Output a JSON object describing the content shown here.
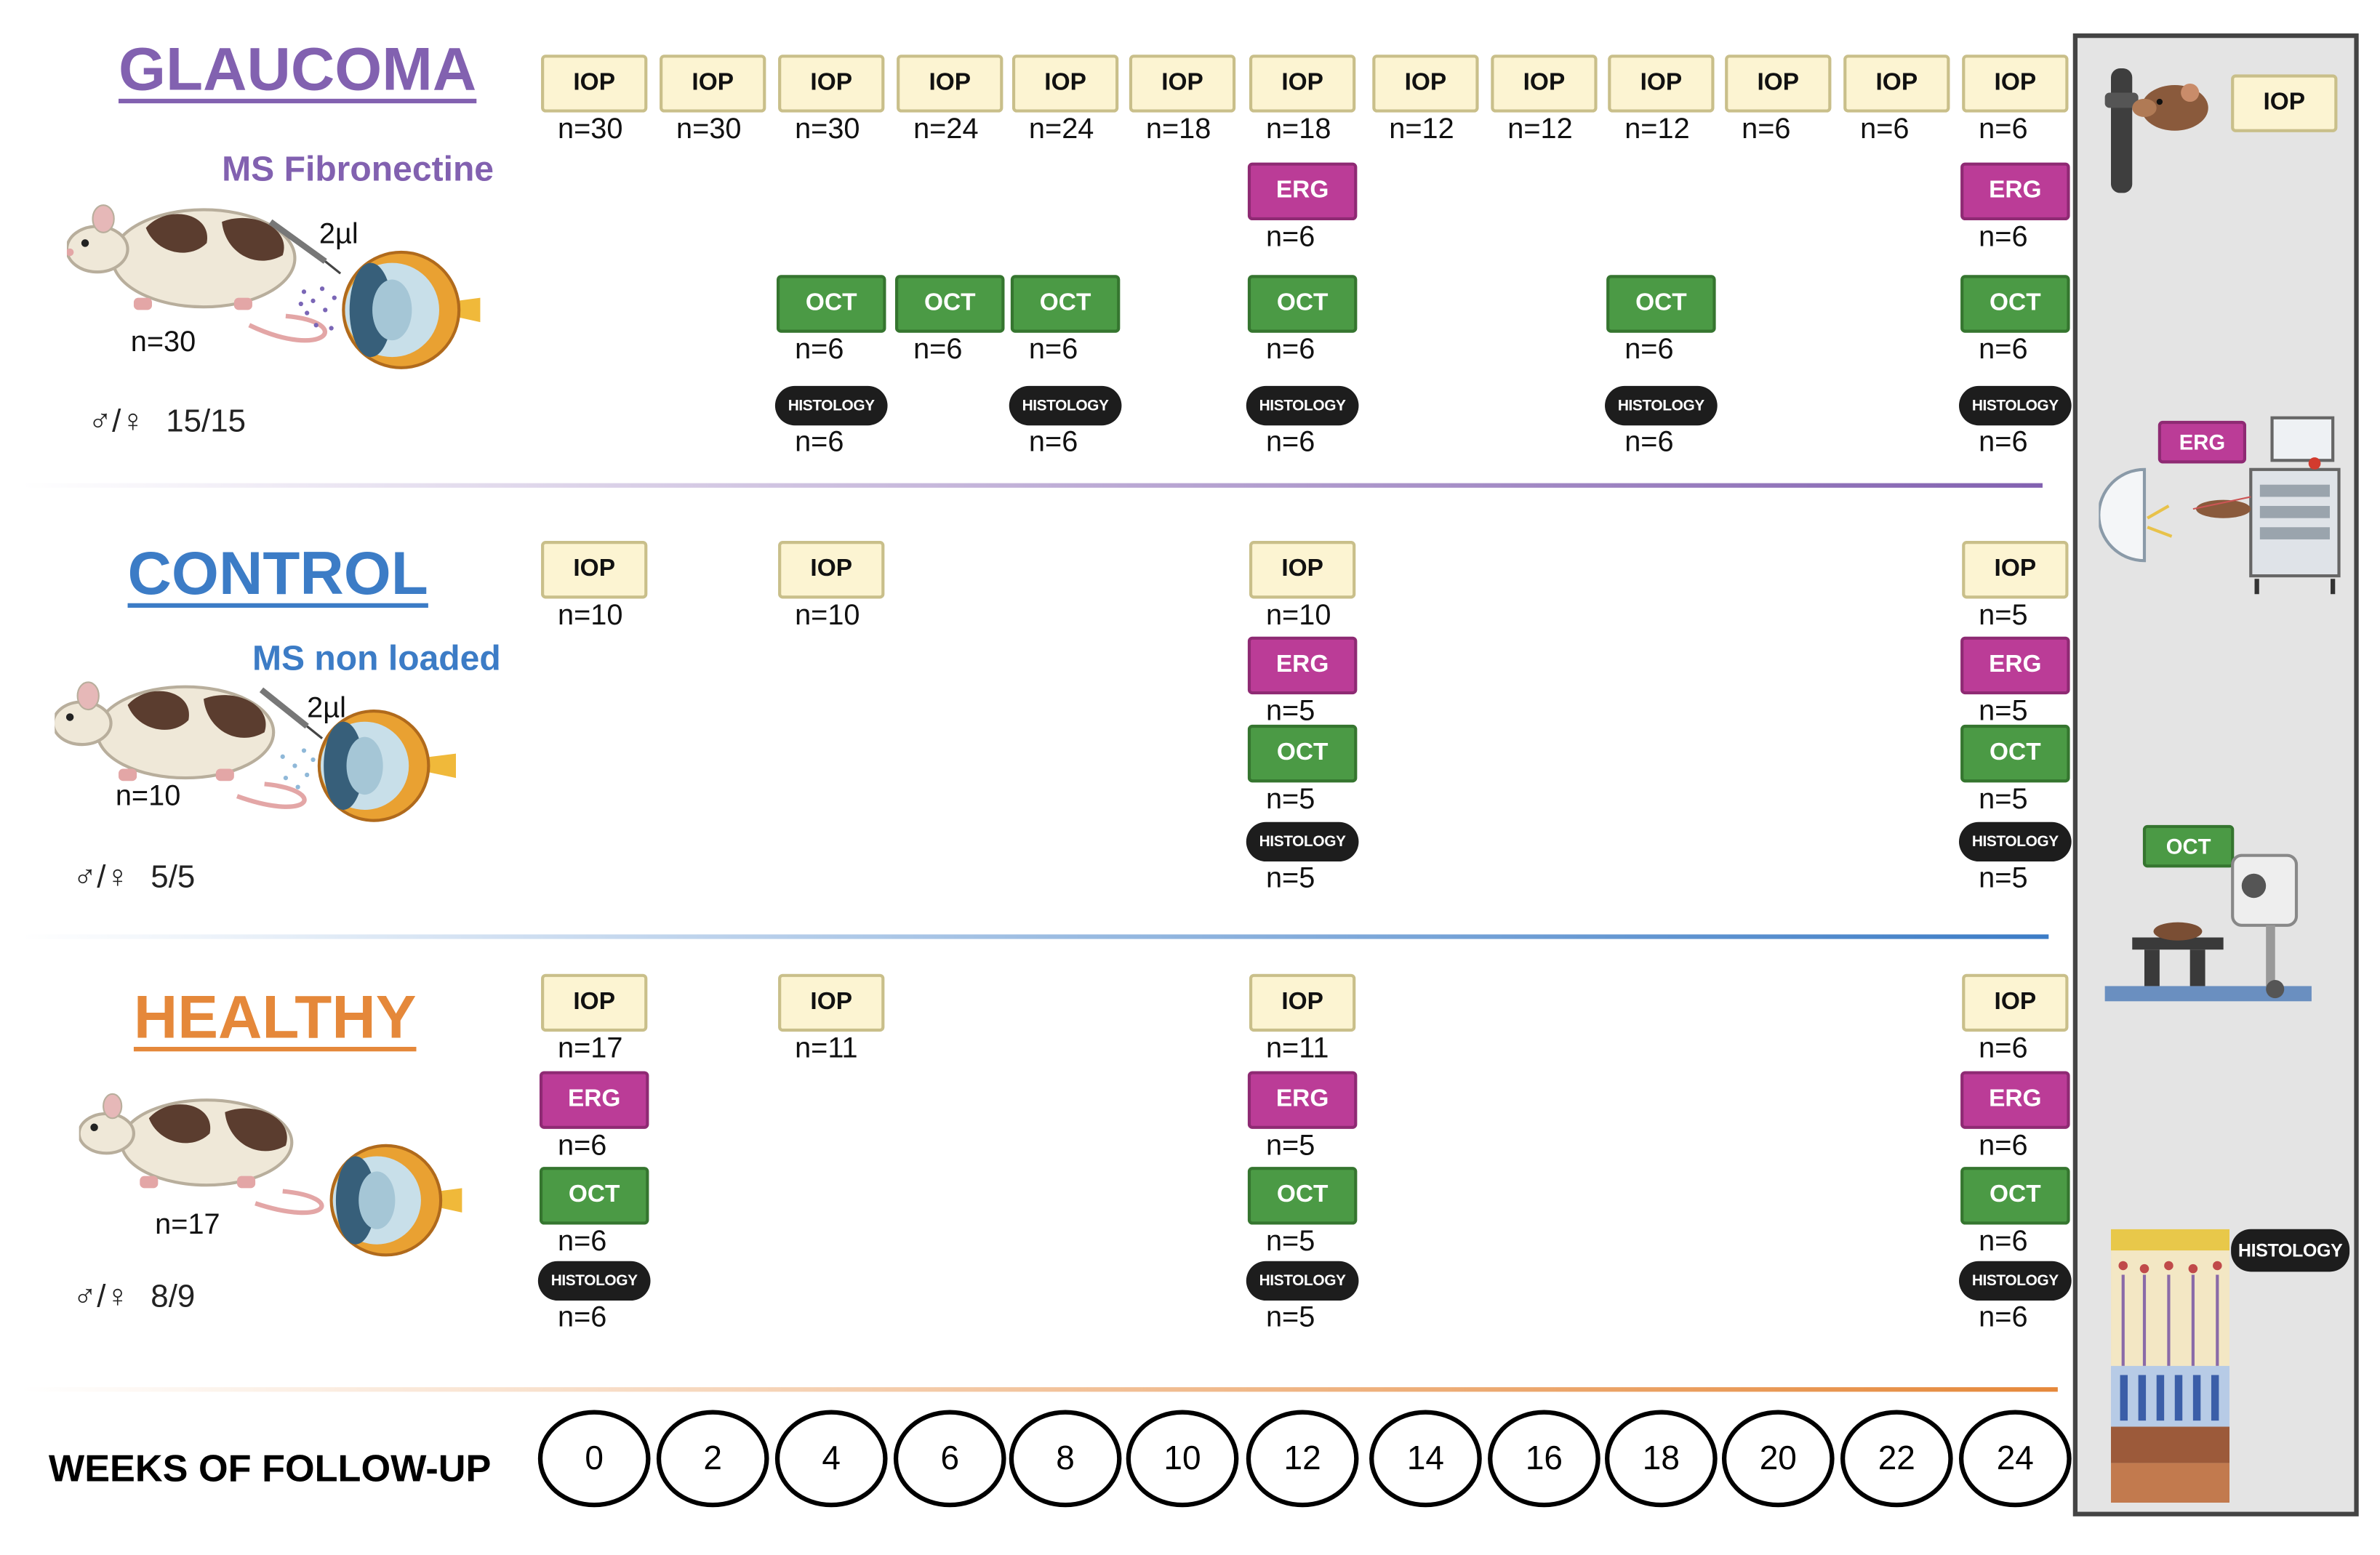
{
  "colors": {
    "glaucoma": "#8261b0",
    "control": "#3c7cc6",
    "healthy": "#e5883a",
    "iop_fill": "#fcf4d2",
    "erg_fill": "#bb3c97",
    "oct_fill": "#4b9a45",
    "histology_fill": "#1d1d1d"
  },
  "labels": {
    "iop": "IOP",
    "erg": "ERG",
    "oct": "OCT",
    "histology": "HISTOLOGY"
  },
  "groups": {
    "glaucoma": {
      "title": "GLAUCOMA",
      "subtitle": "MS Fibronectine",
      "injection": "2µl",
      "n": "n=30",
      "sex_symbol": "♂/♀",
      "sex_ratio": "15/15",
      "iop": [
        {
          "week": "0",
          "n": "n=30"
        },
        {
          "week": "2",
          "n": "n=30"
        },
        {
          "week": "4",
          "n": "n=30"
        },
        {
          "week": "6",
          "n": "n=24"
        },
        {
          "week": "8",
          "n": "n=24"
        },
        {
          "week": "10",
          "n": "n=18"
        },
        {
          "week": "12",
          "n": "n=18"
        },
        {
          "week": "14",
          "n": "n=12"
        },
        {
          "week": "16",
          "n": "n=12"
        },
        {
          "week": "18",
          "n": "n=12"
        },
        {
          "week": "20",
          "n": "n=6"
        },
        {
          "week": "22",
          "n": "n=6"
        },
        {
          "week": "24",
          "n": "n=6"
        }
      ],
      "erg": [
        {
          "week": "12",
          "n": "n=6"
        },
        {
          "week": "24",
          "n": "n=6"
        }
      ],
      "oct": [
        {
          "week": "4",
          "n": "n=6"
        },
        {
          "week": "6",
          "n": "n=6"
        },
        {
          "week": "8",
          "n": "n=6"
        },
        {
          "week": "12",
          "n": "n=6"
        },
        {
          "week": "18",
          "n": "n=6"
        },
        {
          "week": "24",
          "n": "n=6"
        }
      ],
      "histology": [
        {
          "week": "4",
          "n": "n=6"
        },
        {
          "week": "8",
          "n": "n=6"
        },
        {
          "week": "12",
          "n": "n=6"
        },
        {
          "week": "18",
          "n": "n=6"
        },
        {
          "week": "24",
          "n": "n=6"
        }
      ]
    },
    "control": {
      "title": "CONTROL",
      "subtitle": "MS non loaded",
      "injection": "2µl",
      "n": "n=10",
      "sex_symbol": "♂/♀",
      "sex_ratio": "5/5",
      "iop": [
        {
          "week": "0",
          "n": "n=10"
        },
        {
          "week": "4",
          "n": "n=10"
        },
        {
          "week": "12",
          "n": "n=10"
        },
        {
          "week": "24",
          "n": "n=5"
        }
      ],
      "erg": [
        {
          "week": "12",
          "n": "n=5"
        },
        {
          "week": "24",
          "n": "n=5"
        }
      ],
      "oct": [
        {
          "week": "12",
          "n": "n=5"
        },
        {
          "week": "24",
          "n": "n=5"
        }
      ],
      "histology": [
        {
          "week": "12",
          "n": "n=5"
        },
        {
          "week": "24",
          "n": "n=5"
        }
      ]
    },
    "healthy": {
      "title": "HEALTHY",
      "n": "n=17",
      "sex_symbol": "♂/♀",
      "sex_ratio": "8/9",
      "iop": [
        {
          "week": "0",
          "n": "n=17"
        },
        {
          "week": "4",
          "n": "n=11"
        },
        {
          "week": "12",
          "n": "n=11"
        },
        {
          "week": "24",
          "n": "n=6"
        }
      ],
      "erg": [
        {
          "week": "0",
          "n": "n=6"
        },
        {
          "week": "12",
          "n": "n=5"
        },
        {
          "week": "24",
          "n": "n=6"
        }
      ],
      "oct": [
        {
          "week": "0",
          "n": "n=6"
        },
        {
          "week": "12",
          "n": "n=5"
        },
        {
          "week": "24",
          "n": "n=6"
        }
      ],
      "histology": [
        {
          "week": "0",
          "n": "n=6"
        },
        {
          "week": "12",
          "n": "n=5"
        },
        {
          "week": "24",
          "n": "n=6"
        }
      ]
    }
  },
  "timeline": {
    "label": "WEEKS OF FOLLOW-UP",
    "weeks": [
      "0",
      "2",
      "4",
      "6",
      "8",
      "10",
      "12",
      "14",
      "16",
      "18",
      "20",
      "22",
      "24"
    ]
  },
  "legend_panel": {
    "items": [
      "IOP",
      "ERG",
      "OCT",
      "HISTOLOGY"
    ],
    "icons": [
      "tonometer-icon",
      "erg-machine-icon",
      "oct-scanner-icon",
      "retina-histology-icon"
    ]
  }
}
